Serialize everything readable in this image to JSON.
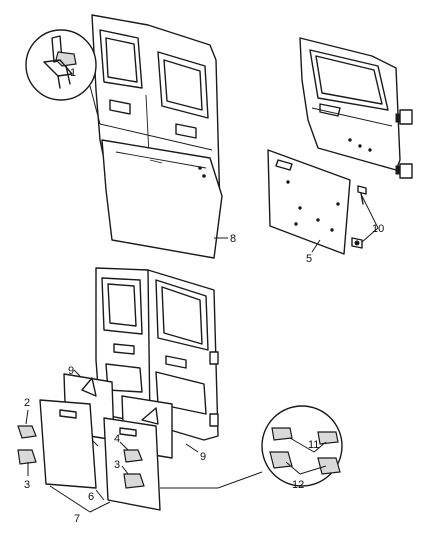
{
  "callouts": {
    "c1": "1",
    "c2": "2",
    "c3a": "3",
    "c3b": "3",
    "c4": "4",
    "c5": "5",
    "c6": "6",
    "c7": "7",
    "c8": "8",
    "c9a": "9",
    "c9b": "9",
    "c10": "10",
    "c11": "11",
    "c12": "12"
  },
  "colors": {
    "line": "#1a1a1a",
    "background": "#ffffff",
    "shade": "#d9d9d9"
  }
}
